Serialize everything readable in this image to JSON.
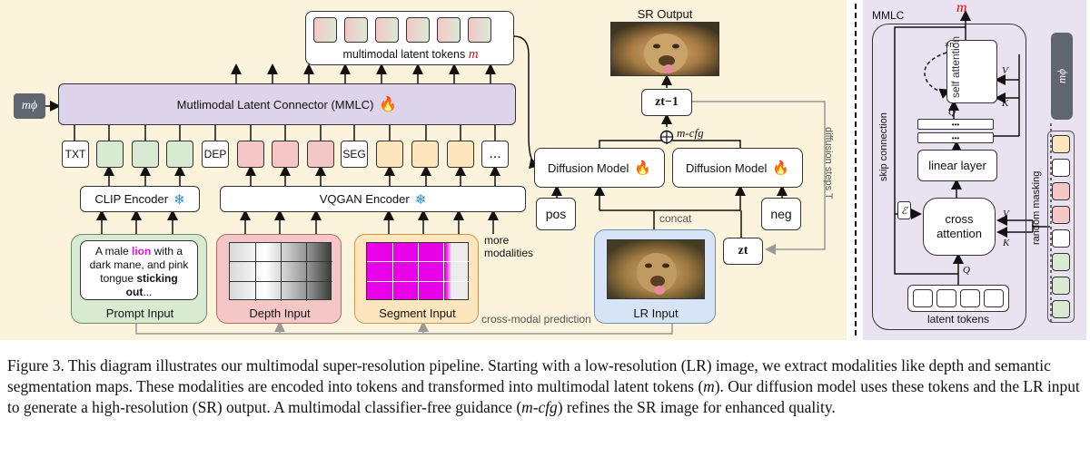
{
  "diagram": {
    "sr_output_label": "SR Output",
    "latent_tokens_label": "multimodal latent tokens",
    "latent_tokens_symbol": "m",
    "m_phi_label": "mϕ",
    "mmlc_label": "Mutlimodal Latent Connector (MMLC)",
    "txt_label": "TXT",
    "dep_label": "DEP",
    "seg_label": "SEG",
    "more_tokens_label": "...",
    "clip_label": "CLIP Encoder",
    "vqgan_label": "VQGAN Encoder",
    "prompt_text_a": "A male",
    "prompt_text_lion": "lion",
    "prompt_text_b": "with a dark mane, and pink tongue",
    "prompt_text_c": "sticking out",
    "prompt_text_d": "...",
    "prompt_input_label": "Prompt Input",
    "depth_input_label": "Depth Input",
    "segment_input_label": "Segment Input",
    "more_modalities_label": "more modalities",
    "cross_modal_label": "cross-modal prediction",
    "lr_input_label": "LR Input",
    "diffusion_label_1": "Diffusion Model",
    "diffusion_label_2": "Diffusion Model",
    "pos_label": "pos",
    "neg_label": "neg",
    "zt1_label": "zt−1",
    "zt_label": "zt",
    "mcfg_label": "m-cfg",
    "concat_label": "concat",
    "diffusion_steps_label": "diffusion steps T",
    "fire_icon": "fire-icon",
    "snowflake_icon": "snowflake-icon"
  },
  "mmlc_detail": {
    "title": "MMLC",
    "output_symbol": "m",
    "self_attention_label": "self attention",
    "xn_label": "×n",
    "q_label": "Q",
    "k_label": "K",
    "v_label": "V",
    "dots": "•••",
    "linear_layer_label": "linear layer",
    "cross_attention_label": "cross attention",
    "latent_tokens_label": "latent tokens",
    "skip_connection_label": "skip connection",
    "random_masking_label": "random masking",
    "m_phi_label": "mϕ",
    "pos_enc_label": "ℰ"
  },
  "caption": {
    "text_1": "Figure 3. This diagram illustrates our multimodal super-resolution pipeline. Starting with a low-resolution (LR) image, we extract modalities like depth and semantic segmentation maps. These modalities are encoded into tokens and transformed into multimodal latent tokens (",
    "m": "m",
    "text_2": "). Our diffusion model uses these tokens and the LR input to generate a high-resolution (SR) output. A multimodal classifier-free guidance (",
    "mcfg": "m-cfg",
    "text_3": ") refines the SR image for enhanced quality."
  },
  "colors": {
    "panel_main": "#fbf3dc",
    "panel_side": "#e9e3f1",
    "mmlc_bar": "#ddd3ea",
    "green_token": "#d9ead3",
    "red_token": "#f4c7c6",
    "orange_token": "#fde5bd",
    "m_phi_box": "#5f6670",
    "lion_pink": "#d81ad8",
    "accent_red": "#d0101a"
  }
}
